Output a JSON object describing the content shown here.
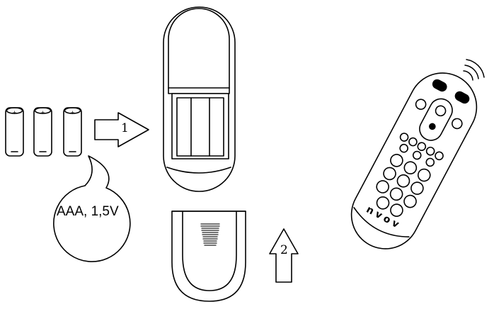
{
  "battery_label": "AAA, 1,5V",
  "steps": [
    "1",
    "2"
  ],
  "remote_brand": "nvov",
  "colors": {
    "stroke": "#000000",
    "fill": "#ffffff",
    "grille": "#222222"
  }
}
